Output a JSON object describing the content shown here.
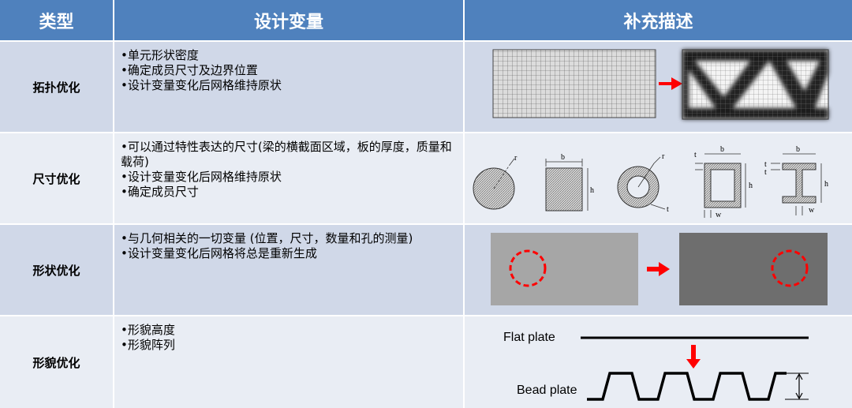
{
  "header": {
    "col1": "类型",
    "col2": "设计变量",
    "col3": "补充描述"
  },
  "rows": [
    {
      "type": "拓扑优化",
      "variables": [
        "•单元形状密度",
        "•确定成员尺寸及边界位置",
        "•设计变量变化后网格维持原状"
      ]
    },
    {
      "type": "尺寸优化",
      "variables": [
        "•可以通过特性表达的尺寸(梁的横截面区域，板的厚度，质量和载荷)",
        "•设计变量变化后网格维持原状",
        "•确定成员尺寸"
      ]
    },
    {
      "type": "形状优化",
      "variables": [
        "•与几何相关的一切变量 (位置，尺寸，数量和孔的测量)",
        "•设计变量变化后网格将总是重新生成"
      ]
    },
    {
      "type": "形貌优化",
      "variables": [
        "•形貌高度",
        "•形貌阵列"
      ]
    }
  ],
  "diagram_labels": {
    "radius": "r",
    "thickness": "t",
    "width": "b",
    "height": "h",
    "web": "w",
    "flat_plate": "Flat plate",
    "bead_plate": "Bead plate"
  },
  "colors": {
    "header": "#4f81bd",
    "row_odd": "#d0d8e8",
    "row_even": "#e9edf4",
    "arrow": "#ff0000"
  }
}
